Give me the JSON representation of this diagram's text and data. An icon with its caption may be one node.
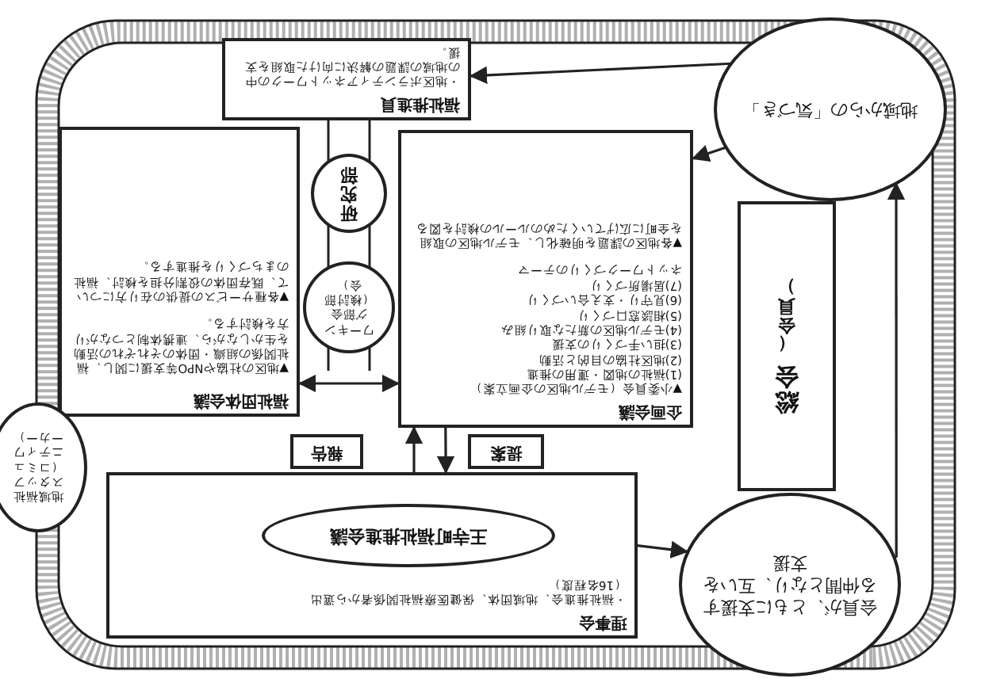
{
  "diagram": {
    "nodes": [
      {
        "text": [
          "理事会",
          "・福祉推進会、地域団体、保健医療福祉関係者から選出",
          "（16名程度）"
        ]
      },
      {
        "text": [
          "王寺町福祉推進会議"
        ],
        "in": 0
      },
      {
        "text": [
          "提案"
        ]
      },
      {
        "text": [
          "報告"
        ]
      },
      {
        "text": [
          "企画会議",
          "▼小委員会（モデル地区の企画立案）",
          "(1)福祉の地図・運用の推進",
          "(2)地区社協の目的と活動",
          "(3)担い手づくりの支援",
          "(4)モデル地区の新たな取り組み",
          "(5)相談窓口づくり",
          "(6)見守り・支え合いづくり",
          "(7)居場所づくり",
          "ネットワークづくりのテーマ",
          "▼各地区の課題を明確化し、モデル地区の取組を全町に広げていくためのルールの検討を図る"
        ]
      },
      {
        "text": [
          "福祉推進員",
          "・地区ボランティアネットワークの中の地域の課題の解決に向けた取組を支援。"
        ]
      },
      {
        "text": [
          "福祉団体会議",
          "▼地区の社協やNPO等支援に関し、福祉関係の組織・団体のそれぞれの活動を生かしながら、連携体制とつながり方を検討する。",
          "▼各種サービスの提供の在り方について、既存団体の役割分担を検討、福祉のまちづくりを推進する。"
        ]
      },
      {
        "text": [
          "研究部"
        ]
      },
      {
        "text": [
          "ワーキング部会（検討部会）"
        ]
      },
      {
        "text": [
          "地域からの「気づき」"
        ]
      },
      {
        "text": [
          "総会",
          "（会員）"
        ]
      },
      {
        "text": [
          "会員が、ともに支援する仲間となり、互いを支援"
        ]
      },
      {
        "text": [
          "地域福祉スタッフ（コミュニティワーカー）"
        ]
      }
    ],
    "edges": [
      {
        "from": 9,
        "to": 4,
        "arrow": "to"
      },
      {
        "from": 9,
        "to": 5,
        "arrow": "to"
      },
      {
        "from": 0,
        "to": 4,
        "arrow": "to"
      },
      {
        "from": 4,
        "to": 0,
        "arrow": "to"
      },
      {
        "from": 6,
        "to": 4,
        "arrow": "both"
      },
      {
        "from": 1,
        "to": 11,
        "arrow": "to"
      },
      {
        "from": 11,
        "to": 9,
        "arrow": "to"
      }
    ]
  }
}
